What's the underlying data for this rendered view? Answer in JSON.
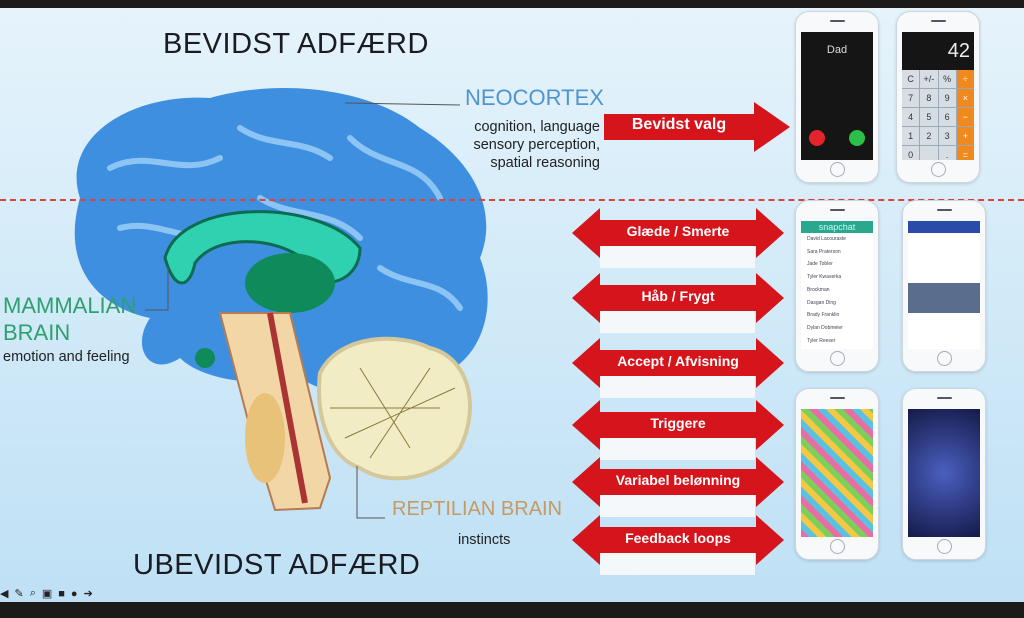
{
  "slide": {
    "top_title": "BEVIDST ADFÆRD",
    "bottom_title": "UBEVIDST ADFÆRD",
    "neocortex": {
      "label": "NEOCORTEX",
      "lines": [
        "cognition, language",
        "sensory perception,",
        "spatial reasoning"
      ]
    },
    "mammalian": {
      "label_line1": "MAMMALIAN",
      "label_line2": "BRAIN",
      "desc": "emotion and feeling"
    },
    "reptilian": {
      "label": "REPTILIAN BRAIN",
      "desc": "instincts"
    },
    "conscious_arrow": "Bevidst valg",
    "unconscious_arrows": [
      "Glæde / Smerte",
      "Håb / Fryg​t",
      "Accept / Afvisning",
      "Triggere",
      "Variabel belønning",
      "Feedback loops"
    ]
  },
  "phones": {
    "call": {
      "caller": "Dad"
    },
    "calculator": {
      "display": "42",
      "keys": [
        "C",
        "+/-",
        "%",
        "÷",
        "7",
        "8",
        "9",
        "×",
        "4",
        "5",
        "6",
        "−",
        "1",
        "2",
        "3",
        "+",
        "0",
        "",
        ".",
        "="
      ]
    },
    "snapchat": {
      "title": "snapchat",
      "contacts": [
        "David Lacouraste",
        "Sara Praterson",
        "Jade Tobler",
        "Tyler Kwaserka",
        "Brockman",
        "Dasgan Ding",
        "Brady Franklin",
        "Dylan Dobmeier",
        "Tyler Reeser"
      ]
    }
  },
  "colors": {
    "accent_red": "#d6141c",
    "neocortex_blue": "#4d95cc",
    "mammalian_green": "#2f9f6f",
    "reptilian_tan": "#c59a63"
  }
}
